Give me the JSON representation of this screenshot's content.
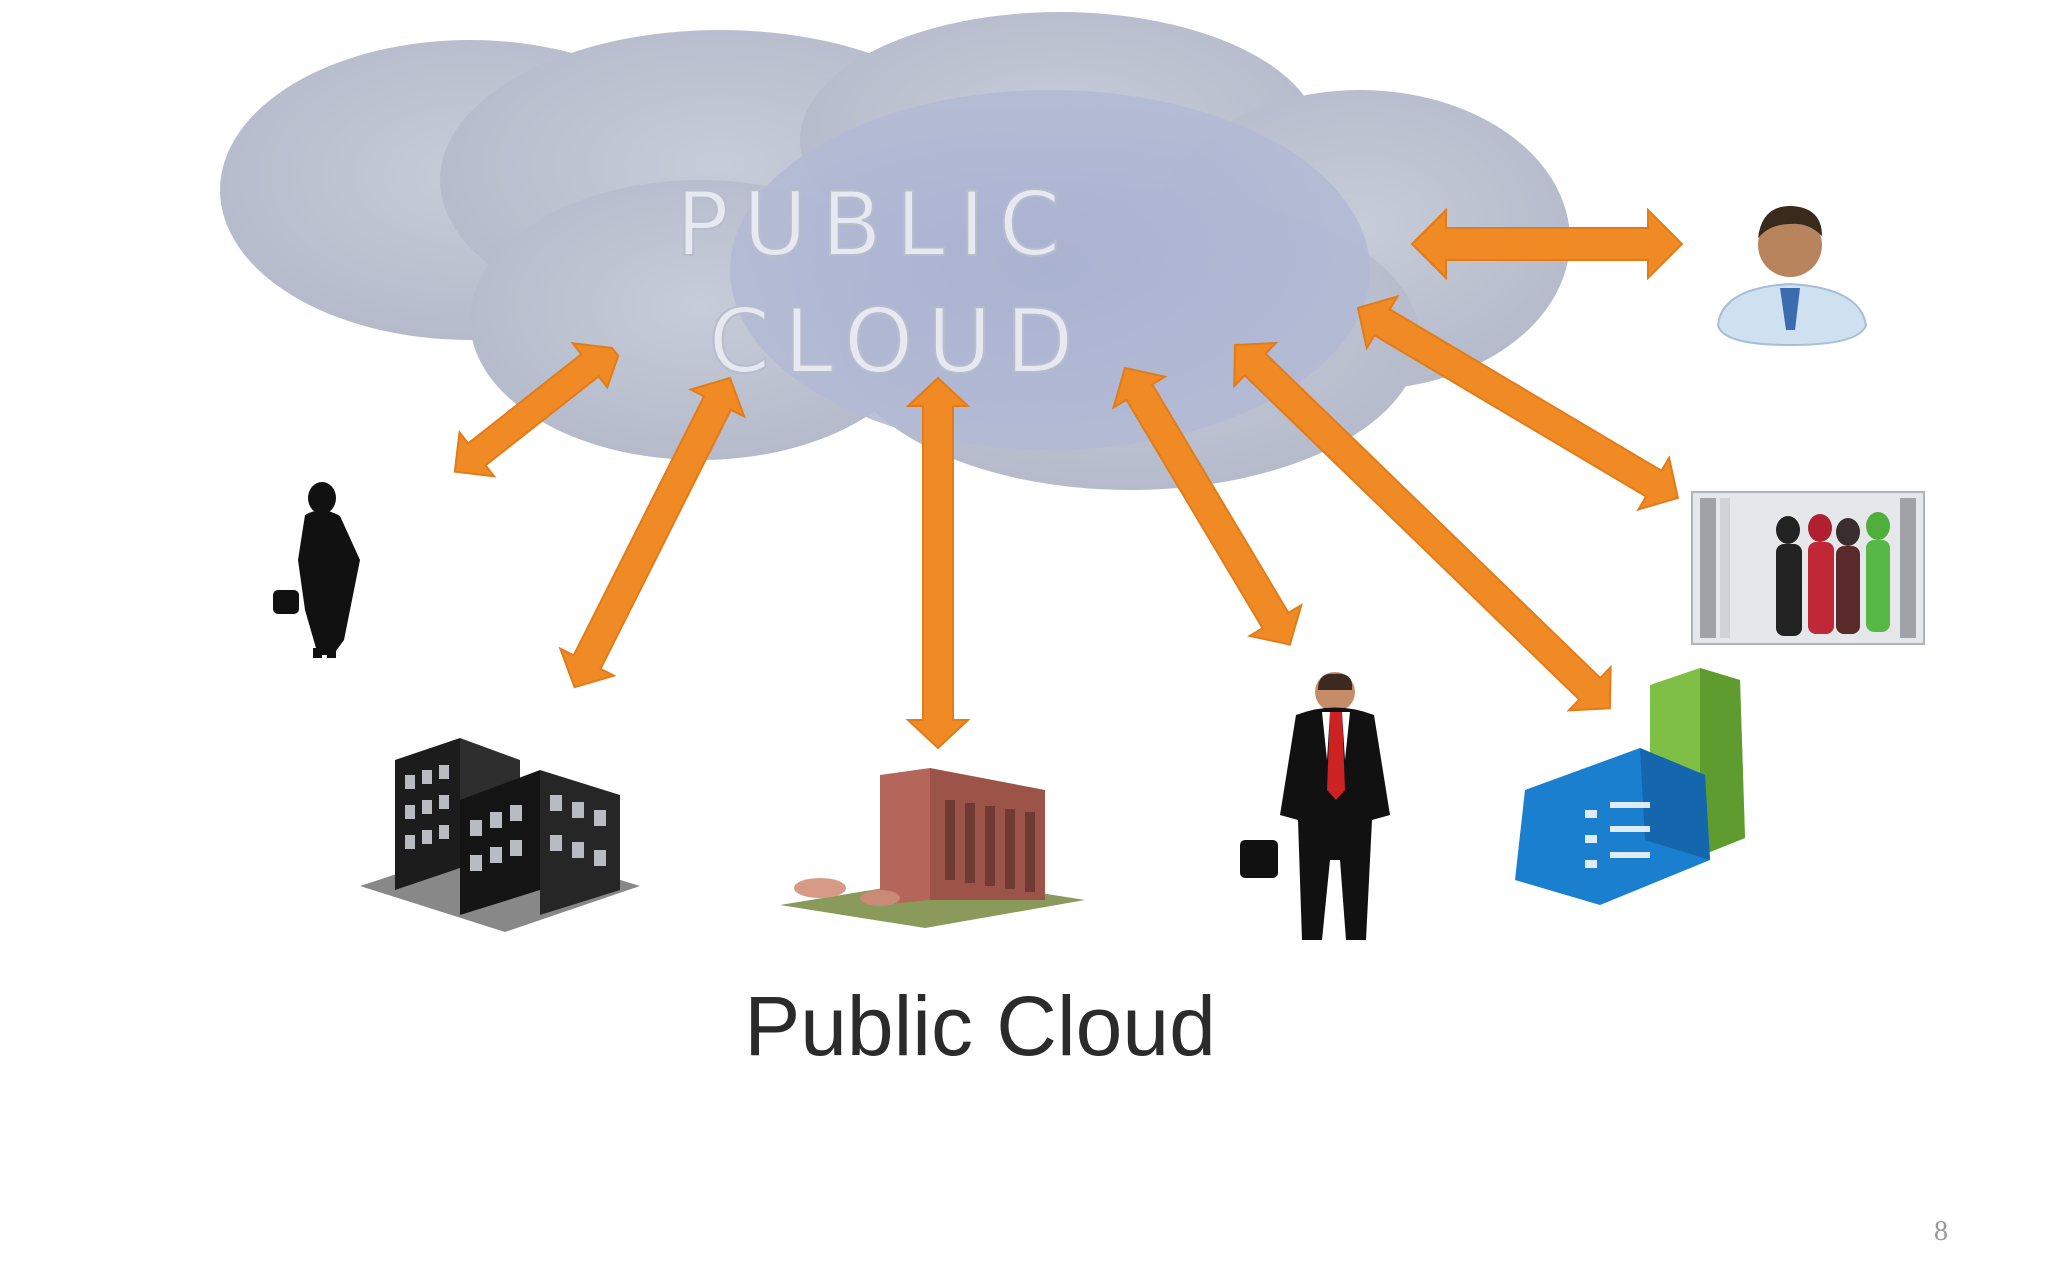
{
  "cloud": {
    "line1": "PUBLIC",
    "line2": "CLOUD"
  },
  "caption": "Public Cloud",
  "slide_number": "8",
  "nodes": [
    {
      "id": "woman-silhouette",
      "icon": "woman-silhouette-icon"
    },
    {
      "id": "office-building",
      "icon": "office-building-icon"
    },
    {
      "id": "brick-building",
      "icon": "brick-building-icon"
    },
    {
      "id": "businessman",
      "icon": "businessman-icon"
    },
    {
      "id": "blue-green-building",
      "icon": "company-building-icon"
    },
    {
      "id": "group-of-people",
      "icon": "people-group-icon"
    },
    {
      "id": "user",
      "icon": "user-avatar-icon"
    }
  ],
  "colors": {
    "arrow": "#f08a24",
    "cloud": "#b9bfcf",
    "cloud_core": "#a8b1d2"
  }
}
